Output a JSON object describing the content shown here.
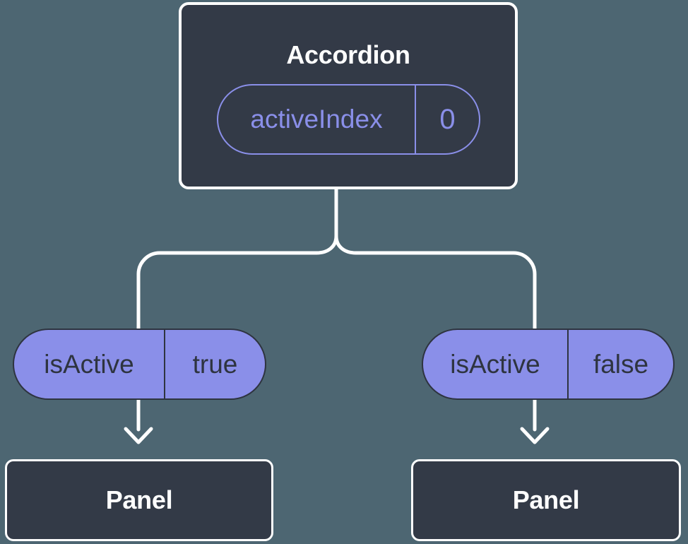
{
  "colors": {
    "background": "#4d6672",
    "node_fill": "#333a47",
    "node_border": "#ffffff",
    "accent": "#8a8fe9",
    "dark_text": "#2e3440",
    "title_text": "#ffffff",
    "connector": "#ffffff"
  },
  "diagram": {
    "type": "component-tree",
    "root": {
      "title": "Accordion",
      "state_pill": {
        "label": "activeIndex",
        "value": "0"
      }
    },
    "branches": [
      {
        "prop_pill": {
          "label": "isActive",
          "value": "true"
        },
        "child": {
          "title": "Panel"
        }
      },
      {
        "prop_pill": {
          "label": "isActive",
          "value": "false"
        },
        "child": {
          "title": "Panel"
        }
      }
    ]
  }
}
